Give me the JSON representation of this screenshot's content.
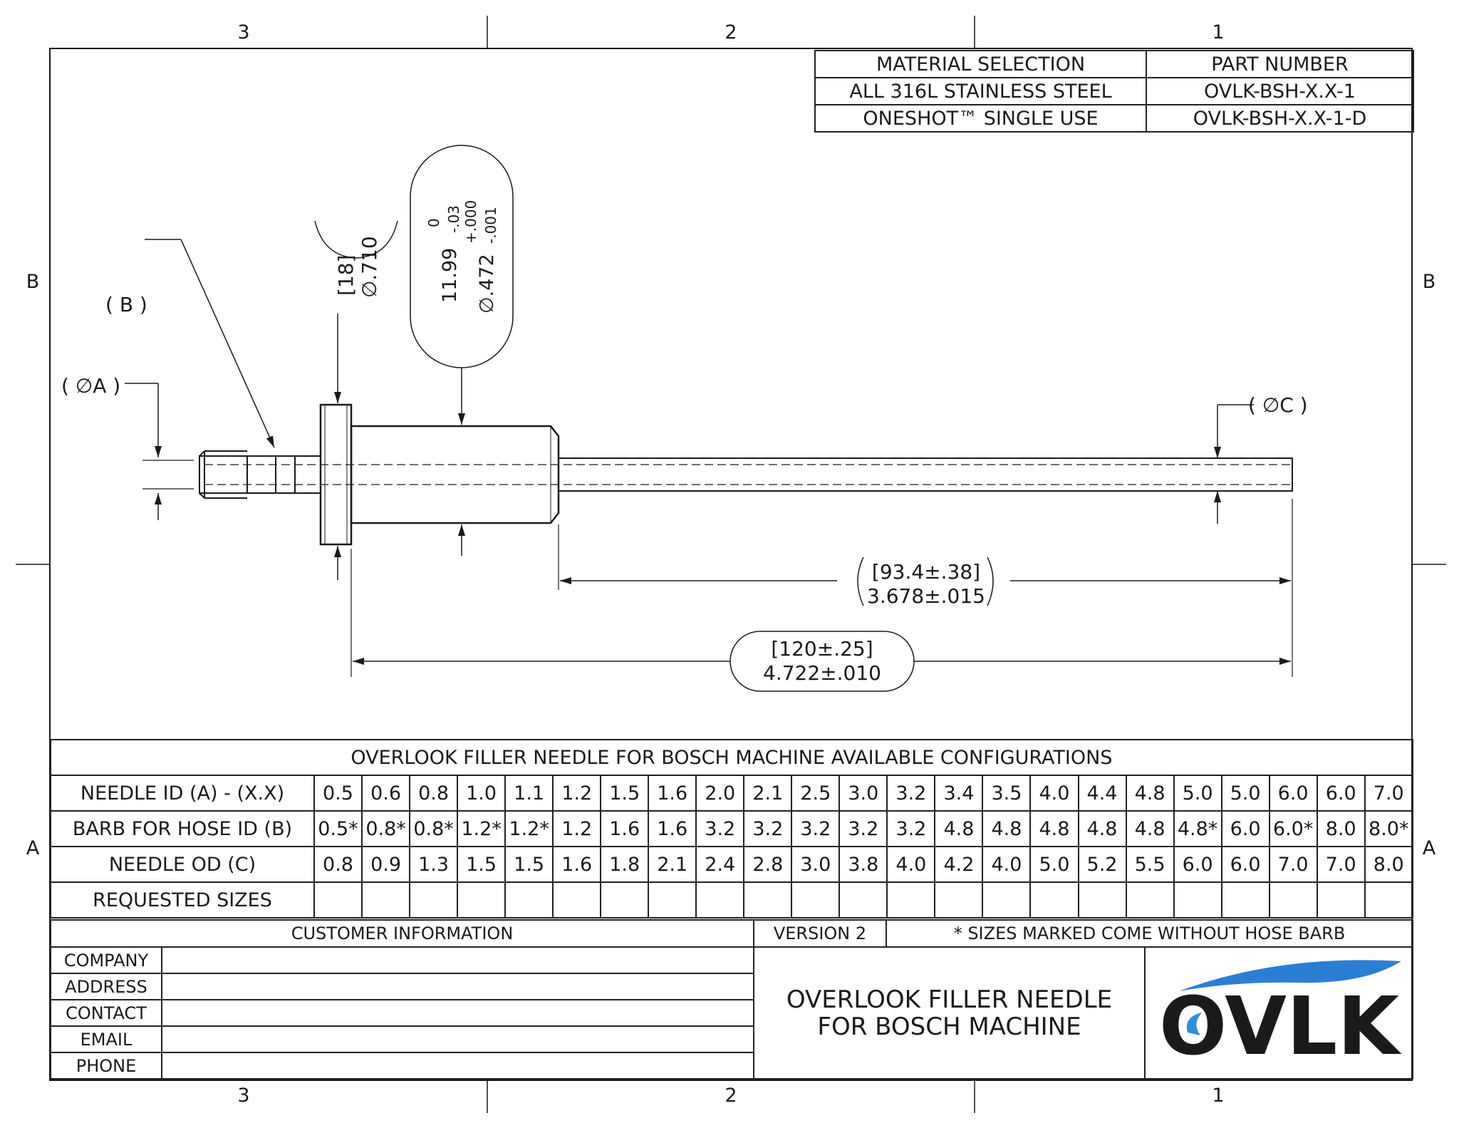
{
  "zones": {
    "top": [
      "3",
      "2",
      "1"
    ],
    "bottom": [
      "3",
      "2",
      "1"
    ],
    "left": [
      "B",
      "A"
    ],
    "right": [
      "B",
      "A"
    ]
  },
  "material_table": {
    "headers": [
      "MATERIAL SELECTION",
      "PART NUMBER"
    ],
    "rows": [
      [
        "ALL 316L STAINLESS STEEL",
        "OVLK-BSH-X.X-1"
      ],
      [
        "ONESHOT™ SINGLE USE",
        "OVLK-BSH-X.X-1-D"
      ]
    ]
  },
  "drawing": {
    "label_b": "( B )",
    "label_a": "( ∅A )",
    "label_c": "( ∅C )",
    "flange_dim": {
      "metric": "[18]",
      "imperial": "∅.710"
    },
    "body_dim": {
      "metric_main": "11.99",
      "metric_upper": "0",
      "metric_lower": "-.03",
      "imperial_main": "∅.472",
      "imperial_upper": "+.000",
      "imperial_lower": "-.001"
    },
    "tube_length": {
      "metric": "[93.4±.38]",
      "imperial": "3.678±.015"
    },
    "overall_length": {
      "metric": "[120±.25]",
      "imperial": "4.722±.010"
    }
  },
  "config_table": {
    "title": "OVERLOOK FILLER NEEDLE FOR BOSCH MACHINE AVAILABLE CONFIGURATIONS",
    "rows": [
      {
        "label": "NEEDLE ID (A) - (X.X)",
        "values": [
          "0.5",
          "0.6",
          "0.8",
          "1.0",
          "1.1",
          "1.2",
          "1.5",
          "1.6",
          "2.0",
          "2.1",
          "2.5",
          "3.0",
          "3.2",
          "3.4",
          "3.5",
          "4.0",
          "4.4",
          "4.8",
          "5.0",
          "5.0",
          "6.0",
          "6.0",
          "7.0"
        ]
      },
      {
        "label": "BARB FOR HOSE ID (B)",
        "values": [
          "0.5*",
          "0.8*",
          "0.8*",
          "1.2*",
          "1.2*",
          "1.2",
          "1.6",
          "1.6",
          "3.2",
          "3.2",
          "3.2",
          "3.2",
          "3.2",
          "4.8",
          "4.8",
          "4.8",
          "4.8",
          "4.8",
          "4.8*",
          "6.0",
          "6.0*",
          "8.0",
          "8.0*"
        ]
      },
      {
        "label": "NEEDLE OD (C)",
        "values": [
          "0.8",
          "0.9",
          "1.3",
          "1.5",
          "1.5",
          "1.6",
          "1.8",
          "2.1",
          "2.4",
          "2.8",
          "3.0",
          "3.8",
          "4.0",
          "4.2",
          "4.0",
          "5.0",
          "5.2",
          "5.5",
          "6.0",
          "6.0",
          "7.0",
          "7.0",
          "8.0"
        ]
      },
      {
        "label": "REQUESTED SIZES",
        "values": [
          "",
          "",
          "",
          "",
          "",
          "",
          "",
          "",
          "",
          "",
          "",
          "",
          "",
          "",
          "",
          "",
          "",
          "",
          "",
          "",
          "",
          "",
          ""
        ]
      }
    ]
  },
  "title_block": {
    "customer_info": "CUSTOMER INFORMATION",
    "version": "VERSION 2",
    "note": "* SIZES MARKED COME WITHOUT HOSE BARB",
    "fields": [
      "COMPANY",
      "ADDRESS",
      "CONTACT",
      "EMAIL",
      "PHONE"
    ],
    "title_line1": "OVERLOOK FILLER NEEDLE",
    "title_line2": "FOR BOSCH MACHINE",
    "logo_text": "OVLK",
    "logo_colors": {
      "arc": "#2a7fd4",
      "letters": "#7f7f7f",
      "swoosh": "#2f8fd8"
    }
  }
}
